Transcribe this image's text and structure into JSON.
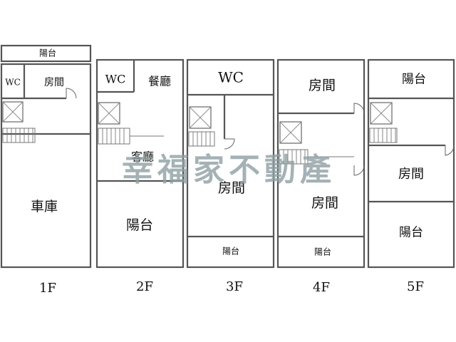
{
  "floors": {
    "f1": {
      "label": "1F",
      "rooms": {
        "balcony": "陽台",
        "wc": "WC",
        "bedroom": "房間",
        "garage": "車庫"
      }
    },
    "f2": {
      "label": "2F",
      "rooms": {
        "wc": "WC",
        "dining": "餐廳",
        "living": "客廳",
        "balcony": "陽台"
      }
    },
    "f3": {
      "label": "3F",
      "rooms": {
        "wc": "WC",
        "bedroom": "房間",
        "balcony": "陽台"
      }
    },
    "f4": {
      "label": "4F",
      "rooms": {
        "bedroom_top": "房間",
        "bedroom_main": "房間",
        "balcony": "陽台"
      }
    },
    "f5": {
      "label": "5F",
      "rooms": {
        "balcony_top": "陽台",
        "bedroom": "房間",
        "balcony_bottom": "陽台"
      }
    }
  },
  "watermark": "幸福家不動產"
}
